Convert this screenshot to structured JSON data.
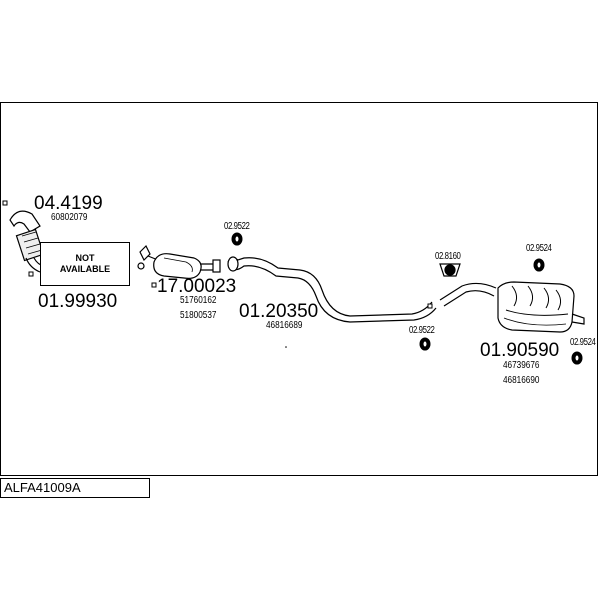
{
  "diagram_code": "ALFA41009A",
  "not_available": {
    "line1": "NOT",
    "line2": "AVAILABLE"
  },
  "parts": {
    "front_pipe": {
      "number": "04.4199",
      "oem": [
        "60802079"
      ]
    },
    "catalyst_na": {
      "number": "01.99930"
    },
    "catalyst": {
      "number": "17.00023",
      "oem": [
        "51760162",
        "51800537"
      ]
    },
    "center_pipe": {
      "number": "01.20350",
      "oem": [
        "46816689"
      ]
    },
    "rear_silencer": {
      "number": "01.90590",
      "oem": [
        "46739676",
        "46816690"
      ]
    }
  },
  "fittings": {
    "clamp_a": "02.9522",
    "clamp_b": "02.9522",
    "gasket": "02.8160",
    "rubber_a": "02.9524",
    "rubber_b": "02.9524"
  }
}
